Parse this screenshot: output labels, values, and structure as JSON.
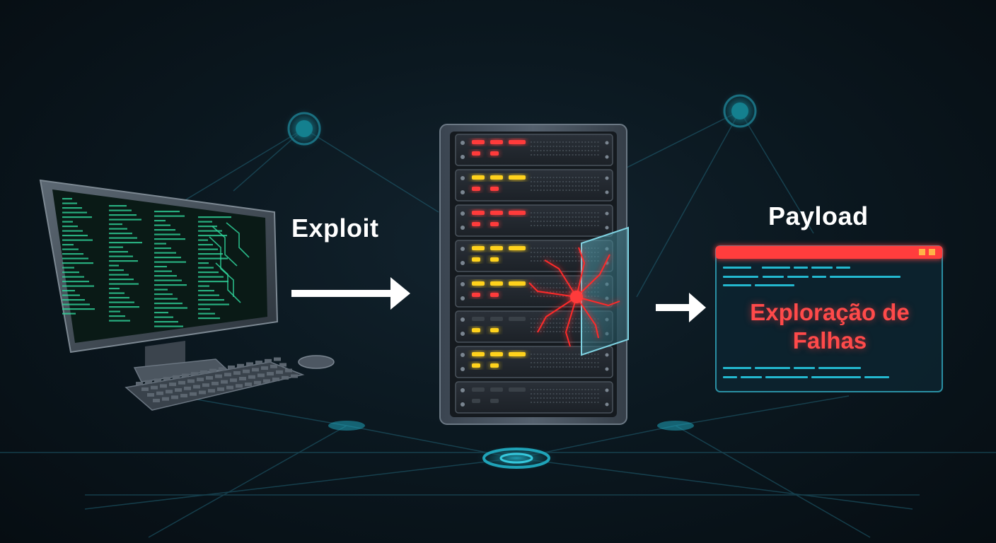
{
  "labels": {
    "exploit": "Exploit",
    "payload": "Payload",
    "payload_window_text": "Exploração de\nFalhas"
  },
  "colors": {
    "background": "#0b1820",
    "network_lines": "#1f5c6e",
    "node_glow": "#1fa3b8",
    "terminal_green": "#2fd39a",
    "led_red": "#ff3b3b",
    "led_yellow": "#ffd21f",
    "crack_red": "#ff2a2a",
    "window_bar": "#ff3c3c",
    "window_text": "#ff4a4a",
    "window_code": "#23b8cf"
  },
  "icons": {
    "computer": "desktop-monitor-icon",
    "keyboard": "keyboard-icon",
    "mouse": "mouse-icon",
    "server": "server-rack-icon",
    "shield": "broken-shield-icon",
    "window": "payload-window-icon"
  },
  "server_units": [
    {
      "led_colors": [
        "red",
        "red",
        "red",
        "red",
        "red"
      ]
    },
    {
      "led_colors": [
        "yellow",
        "yellow",
        "yellow",
        "red",
        "red"
      ]
    },
    {
      "led_colors": [
        "red",
        "red",
        "red",
        "red",
        "red"
      ]
    },
    {
      "led_colors": [
        "yellow",
        "yellow",
        "yellow",
        "yellow",
        "yellow"
      ]
    },
    {
      "led_colors": [
        "yellow",
        "yellow",
        "yellow",
        "red",
        "red"
      ]
    },
    {
      "led_colors": [
        "dark",
        "dark",
        "dark",
        "yellow",
        "yellow"
      ]
    },
    {
      "led_colors": [
        "yellow",
        "yellow",
        "yellow",
        "yellow",
        "yellow"
      ]
    },
    {
      "led_colors": [
        "dark",
        "dark",
        "dark",
        "dark",
        "dark"
      ]
    }
  ]
}
